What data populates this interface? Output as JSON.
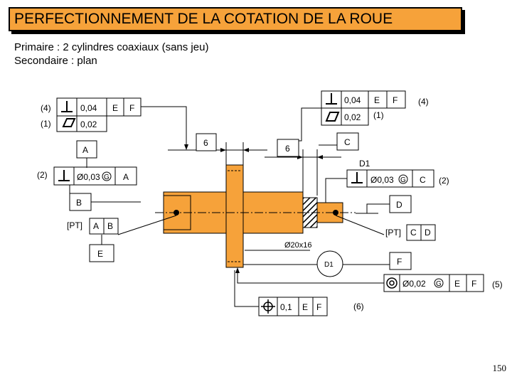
{
  "title": "PERFECTIONNEMENT DE LA COTATION DE LA ROUE",
  "primary_line": "Primaire : 2 cylindres coaxiaux  (sans jeu)",
  "secondary_line": "Secondaire : plan",
  "page_number": "150",
  "colors": {
    "title_bg": "#f6a23a",
    "part_fill": "#f6a23a",
    "line": "#000000"
  },
  "left_frames": {
    "perp_note": "(4)",
    "perp_tolerance": "0,04",
    "perp_ref1": "E",
    "perp_ref2": "F",
    "flat_note": "(1)",
    "flat_tolerance": "0,02",
    "datum_a": "A"
  },
  "right_frames": {
    "perp_tolerance": "0,04",
    "perp_ref1": "E",
    "perp_ref2": "F",
    "perp_note": "(4)",
    "flat_tolerance": "0,02",
    "flat_note": "(1)",
    "datum_c": "C"
  },
  "dims": {
    "left_width": "6",
    "right_width": "6"
  },
  "coax_left": {
    "note": "(2)",
    "tolerance": "Ø0,03",
    "modifier": "G",
    "ref": "A",
    "datum_b": "B",
    "pt_label": "[PT]",
    "pt_ref1": "A",
    "pt_ref2": "B",
    "datum_e": "E"
  },
  "coax_right": {
    "section_label": "D1",
    "tolerance": "Ø0,03",
    "modifier": "G",
    "ref": "C",
    "note": "(2)",
    "datum_d": "D",
    "pt_label": "[PT]",
    "pt_ref1": "C",
    "pt_ref2": "D"
  },
  "gear": {
    "spec": "Ø20x16",
    "detail_label": "D1",
    "datum_f": "F"
  },
  "concentric": {
    "tolerance": "Ø0,02",
    "modifier": "G",
    "ref1": "E",
    "ref2": "F",
    "note": "(5)"
  },
  "position": {
    "tolerance": "0,1",
    "ref1": "E",
    "ref2": "F",
    "note": "(6)"
  }
}
